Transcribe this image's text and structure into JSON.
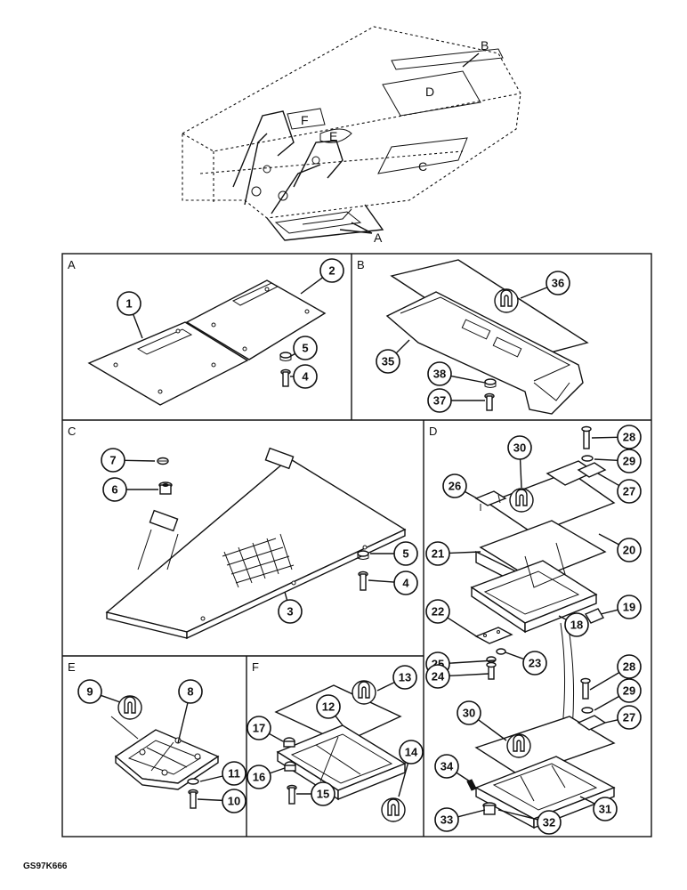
{
  "overview": {
    "labels": [
      "A",
      "B",
      "C",
      "D",
      "E",
      "F"
    ]
  },
  "panels": [
    {
      "letter": "A",
      "callouts": [
        "1",
        "2",
        "5",
        "4"
      ]
    },
    {
      "letter": "B",
      "callouts": [
        "36",
        "35",
        "38",
        "37"
      ]
    },
    {
      "letter": "C",
      "callouts": [
        "7",
        "6",
        "5",
        "4",
        "3"
      ]
    },
    {
      "letter": "D",
      "callouts": [
        "30",
        "28",
        "29",
        "27",
        "26",
        "21",
        "20",
        "19",
        "18",
        "22",
        "23",
        "25",
        "24",
        "28",
        "29",
        "27",
        "30",
        "34",
        "31",
        "33",
        "32"
      ]
    },
    {
      "letter": "E",
      "callouts": [
        "9",
        "8",
        "11",
        "10"
      ]
    },
    {
      "letter": "F",
      "callouts": [
        "13",
        "12",
        "17",
        "14",
        "16",
        "15"
      ]
    }
  ],
  "drawing_code": "GS97K666"
}
